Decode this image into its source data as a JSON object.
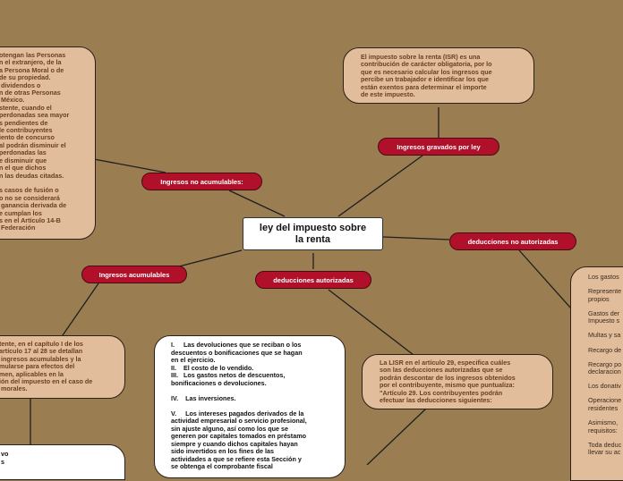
{
  "central": {
    "title": "ley del impuesto sobre\nla renta"
  },
  "branches": {
    "gravados": "Ingresos gravados por ley",
    "no_acumulables": "Ingresos no acumulables:",
    "no_autorizadas": "deducciones no autorizadas",
    "acumulables": "Ingresos acumulables",
    "autorizadas": "deducciones autorizadas"
  },
  "notes": {
    "isr": "El impuesto sobre la renta (ISR) es una\ncontribución de carácter obligatoria, por lo\nque es necesario calcular los ingresos que\npercibe un trabajador e identificar los que\nestán exentos para determinar el importe\nde este impuesto.",
    "no_acumulables": "otengan las Personas\nn el extranjero, de la\na Persona Moral o de\nde su propiedad.\n dividendos o\nn de otras Personas\n México.\nstente, cuando el\nperdonadas sea mayor\ns pendientes de\nle contribuyentes\niento de concurso\nal podrán disminuir el\nperdonadas las\ne disminuir que\nn el que dichos\nn las deudas citadas.\n\ns casos de fusión o\no no se considerará\n ganancia derivada de\ne cumplan los\ns en el Artículo 14-B\n Federación",
    "acumulables": "tente, en el capítulo I de los\nartículo 17 al 28 se detallan\n ingresos acumulables y la\nmularse para efectos del\nmen, aplicables en la\nión del impuesto en el caso de\n morales.",
    "deducciones": "I.     Las devoluciones que se reciban o los\ndescuentos o bonificaciones que se hagan\nen el ejercicio.\nII.    El costo de lo vendido.\nIII.   Los gastos netos de descuentos,\nbonificaciones o devoluciones.\n\nIV.    Las inversiones.\n\nV.     Los intereses pagados derivados de la\nactividad empresarial o servicio profesional,\nsin ajuste alguno, así como los que se\ngeneren por capitales tomados en préstamo\nsiempre y cuando dichos capitales hayan\nsido invertidos en los fines de las\nactividades a que se refiere esta Sección y\nse obtenga el comprobante fiscal",
    "lisr": "La LISR en el artículo 29, especifica cuáles\nson las deducciones autorizadas que se\npodrán descontar de los ingresos obtenidos\npor el contribuyente, mismo que puntualiza:\n\"Artículo 29. Los contribuyentes podrán\nefectuar las deducciones siguientes:",
    "bottom_left": "vo\ns"
  },
  "no_autorizadas_list": [
    "Los gastos",
    "Represente\npropios",
    "Gastos der\nImpuesto s",
    "Multas y sa",
    "Recargo de",
    "Recargo po\ndeclaracion",
    "Los donativ",
    "Operacione\nresidentes",
    "Asimismo,\nrequisitos:",
    "Toda deduc\nllevar su ac"
  ]
}
